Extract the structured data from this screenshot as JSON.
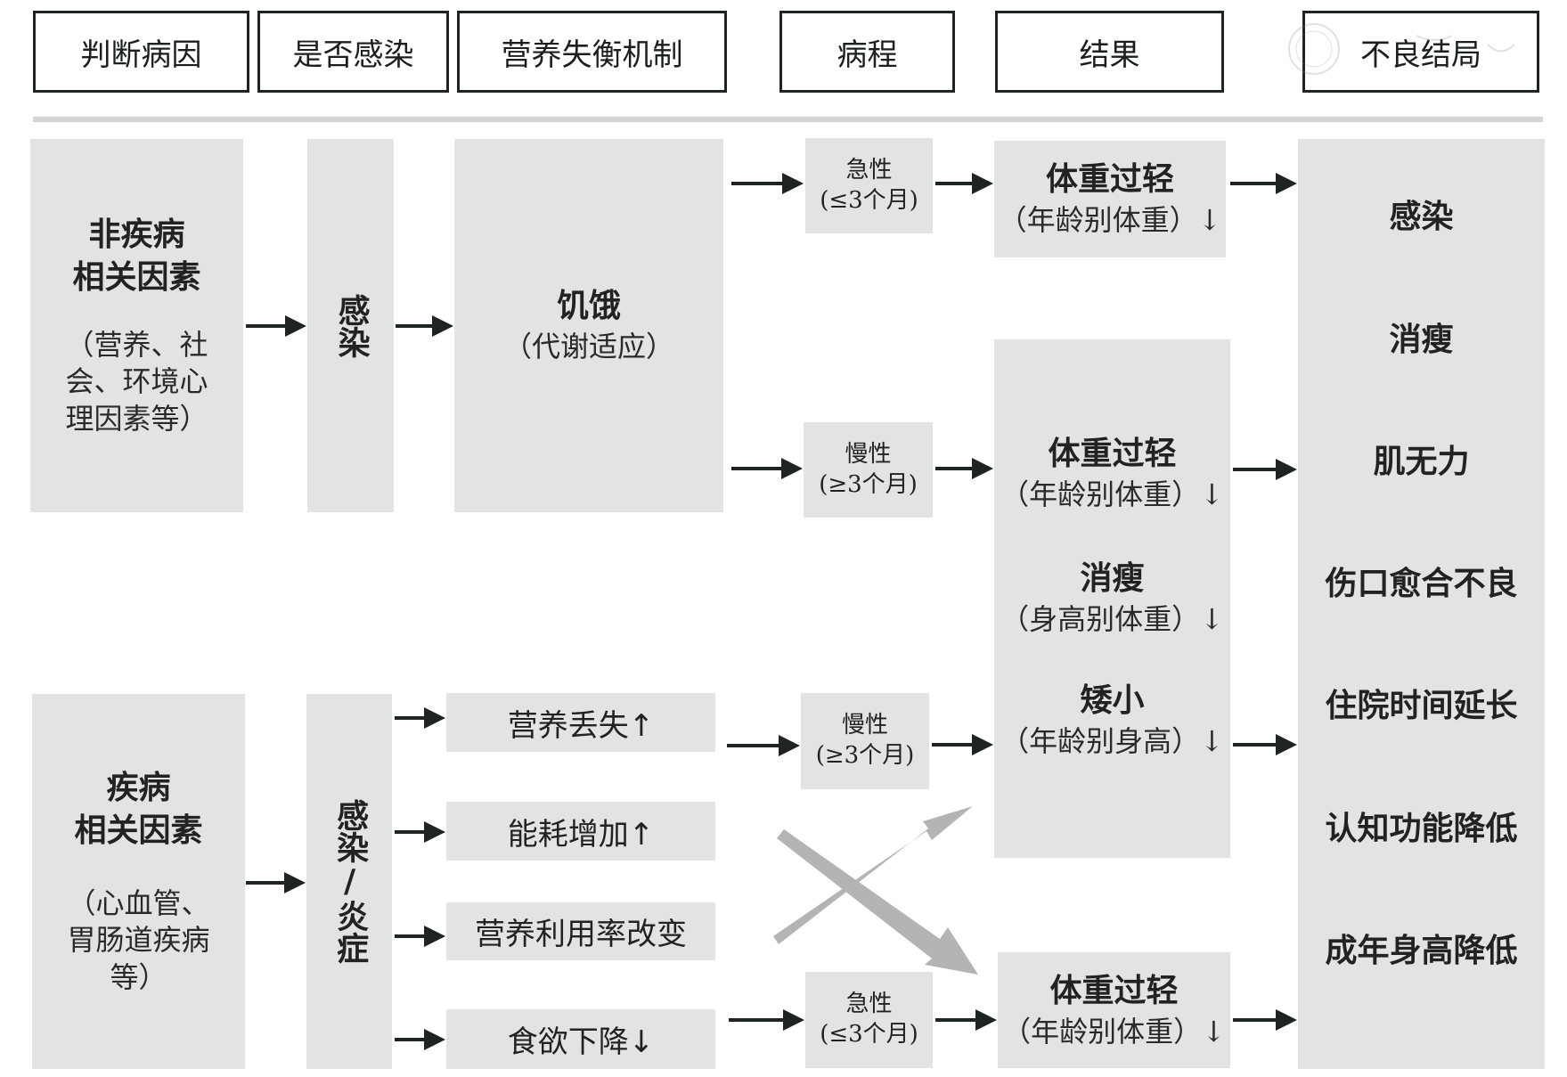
{
  "headers": [
    "判断病因",
    "是否感染",
    "营养失衡机制",
    "病程",
    "结果",
    "不良结局"
  ],
  "non_disease": {
    "title_line1": "非疾病",
    "title_line2": "相关因素",
    "detail": "（营养、社会、环境心理因素等）"
  },
  "infection_top": "感染",
  "starvation": {
    "title": "饥饿",
    "detail": "（代谢适应）"
  },
  "course_top_acute": {
    "label": "急性",
    "range": "(≤3个月)"
  },
  "course_mid_chronic": {
    "label": "慢性",
    "range": "(≥3个月)"
  },
  "result_top": {
    "title": "体重过轻",
    "detail": "（年龄别体重）↓"
  },
  "result_mid": [
    {
      "title": "体重过轻",
      "detail": "（年龄别体重）↓"
    },
    {
      "title": "消瘦",
      "detail": "（身高别体重）↓"
    },
    {
      "title": "矮小",
      "detail": "（年龄别身高）↓"
    }
  ],
  "outcomes": [
    "感染",
    "消瘦",
    "肌无力",
    "伤口愈合不良",
    "住院时间延长",
    "认知功能降低",
    "成年身高降低"
  ],
  "disease": {
    "title_line1": "疾病",
    "title_line2": "相关因素",
    "detail": "（心血管、胃肠道疾病等）"
  },
  "infection_inflammation": "感染/炎症",
  "mechanisms": [
    "营养丢失↑",
    "能耗增加↑",
    "营养利用率改变",
    "食欲下降↓"
  ],
  "course_bottom_chronic": {
    "label": "慢性",
    "range": "(≥3个月)"
  },
  "course_bottom_acute": {
    "label": "急性",
    "range": "(≤3个月)"
  },
  "result_bottom": {
    "title": "体重过轻",
    "detail": "（年龄别体重）↓"
  },
  "colors": {
    "box_fill": "#e2e3e5",
    "arrow": "#1e2424",
    "cross_arrow": "#b4b4b4",
    "header_border": "#1e2424"
  }
}
